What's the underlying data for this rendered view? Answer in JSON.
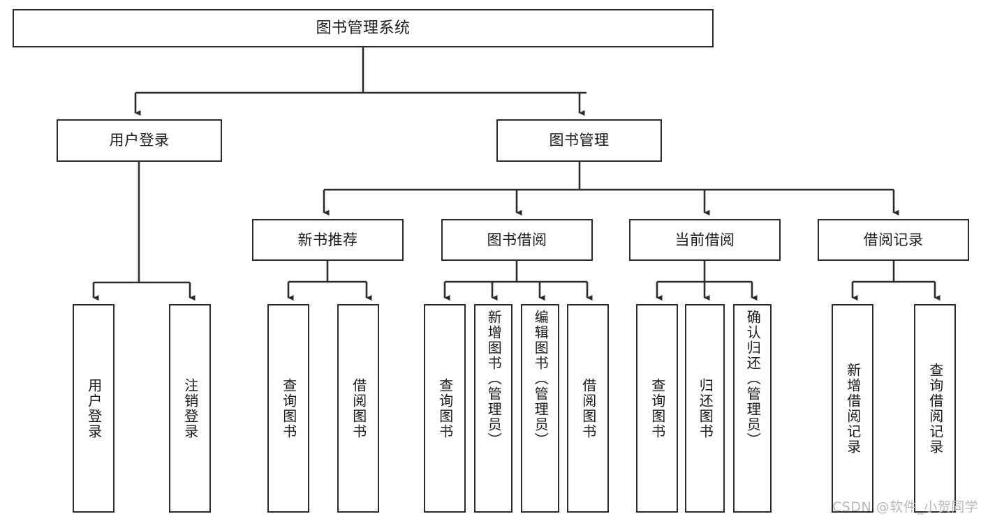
{
  "diagram": {
    "title": "图书管理系统",
    "type": "tree-hierarchy",
    "watermark": "CSDN @软件_小贺同学",
    "accent_color": "#2b2b2b",
    "background_color": "#ffffff",
    "nodes": {
      "root": {
        "label": "图书管理系统"
      },
      "level1": [
        {
          "label": "用户登录"
        },
        {
          "label": "图书管理"
        }
      ],
      "level2": [
        {
          "label": "新书推荐"
        },
        {
          "label": "图书借阅"
        },
        {
          "label": "当前借阅"
        },
        {
          "label": "借阅记录"
        }
      ],
      "leaves": {
        "user_login": [
          {
            "label": "用户登录"
          },
          {
            "label": "注销登录"
          }
        ],
        "new_book_recommend": [
          {
            "label": "查询图书"
          },
          {
            "label": "借阅图书"
          }
        ],
        "book_borrow": [
          {
            "label": "查询图书"
          },
          {
            "label": "新增图书（管理员）"
          },
          {
            "label": "编辑图书（管理员）"
          },
          {
            "label": "借阅图书"
          }
        ],
        "current_borrow": [
          {
            "label": "查询图书"
          },
          {
            "label": "归还图书"
          },
          {
            "label": "确认归还（管理员）"
          }
        ],
        "borrow_records": [
          {
            "label": "新增借阅记录"
          },
          {
            "label": "查询借阅记录"
          }
        ]
      }
    }
  }
}
